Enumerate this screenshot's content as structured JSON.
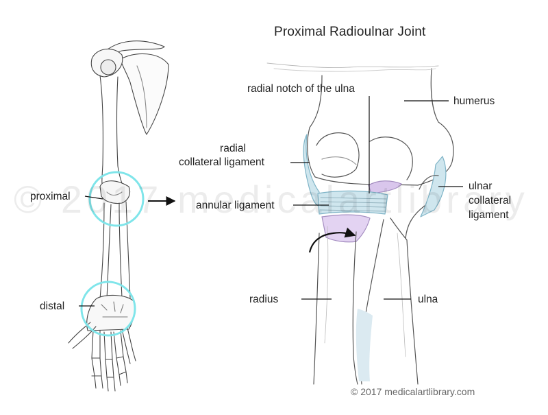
{
  "title": "Proximal Radioulnar Joint",
  "watermark": "© 2017 medicalartlibrary",
  "copyright": "© 2017 medicalartlibrary.com",
  "labels": {
    "proximal": "proximal",
    "distal": "distal",
    "radial_notch": "radial notch of the ulna",
    "humerus": "humerus",
    "radial_collateral_1": "radial",
    "radial_collateral_2": "collateral ligament",
    "ulnar_collateral_1": "ulnar",
    "ulnar_collateral_2": "collateral",
    "ulnar_collateral_3": "ligament",
    "annular": "annular ligament",
    "radius": "radius",
    "ulna": "ulna"
  },
  "colors": {
    "highlight_circle": "#7fe5ea",
    "cartilage_blue": "#cfe6ee",
    "ligament_purple": "#d9c6ec",
    "ink": "#333333"
  }
}
